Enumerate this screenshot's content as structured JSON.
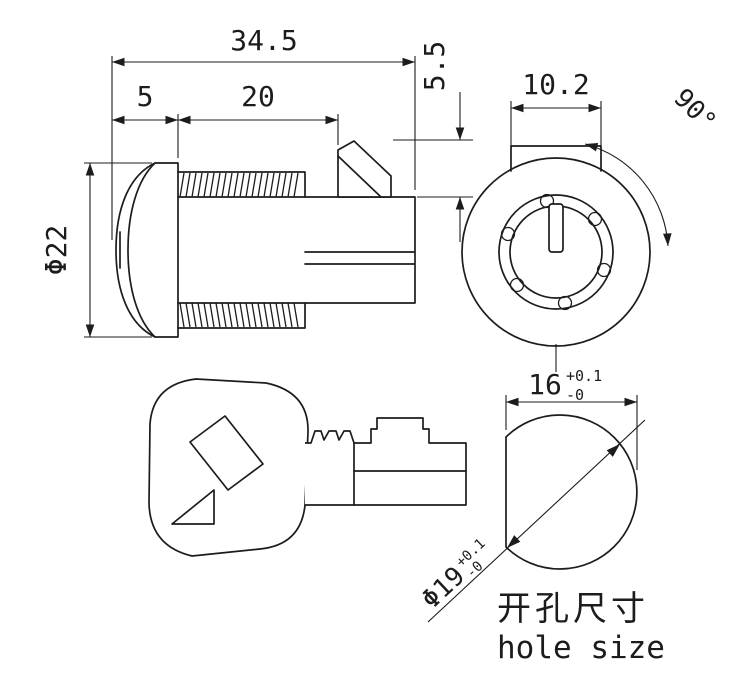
{
  "drawing": {
    "background": "#ffffff",
    "ink": "#1c1c1c",
    "side_view": {
      "dim_total_length": "34.5",
      "dim_body_length": "20",
      "dim_head_depth": "5",
      "dim_cam_offset": "5.5",
      "dim_flange_diameter": "Φ22"
    },
    "face_view": {
      "dim_tab_width": "10.2",
      "dim_rotation_angle": "90°"
    },
    "hole_view": {
      "dim_flat_width": {
        "value": "16",
        "tol_plus": "+0.1",
        "tol_minus": "-0"
      },
      "dim_hole_diameter": {
        "value": "Φ19",
        "tol_plus": "+0.1",
        "tol_minus": "-0"
      },
      "caption_cn": "开孔尺寸",
      "caption_en": "hole size"
    }
  }
}
